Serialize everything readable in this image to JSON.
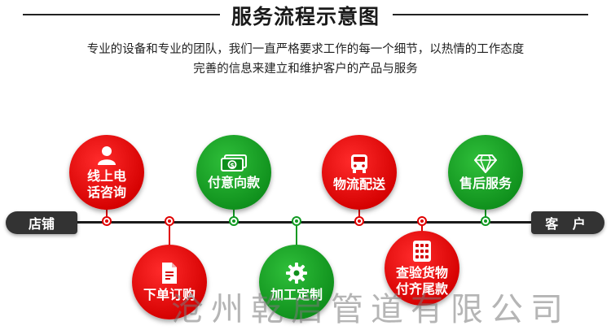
{
  "header": {
    "title": "服务流程示意图",
    "desc_line1": "专业的设备和专业的团队，我们一直严格要求工作的每一个细节，以热情的工作态度",
    "desc_line2": "完善的信息来建立和维护客户的产品与服务"
  },
  "timeline": {
    "start_label": "店铺",
    "end_label": "客 户"
  },
  "steps": {
    "s1": "线上电\n话咨询",
    "s2": "下单订购",
    "s3": "付意向款",
    "s4": "加工定制",
    "s5": "物流配送",
    "s6": "查验货物\n付齐尾款",
    "s7": "售后服务"
  },
  "watermark": "沧州乾启管道有限公司",
  "colors": {
    "red": "#e00000",
    "green": "#119a22",
    "dark": "#333333"
  }
}
